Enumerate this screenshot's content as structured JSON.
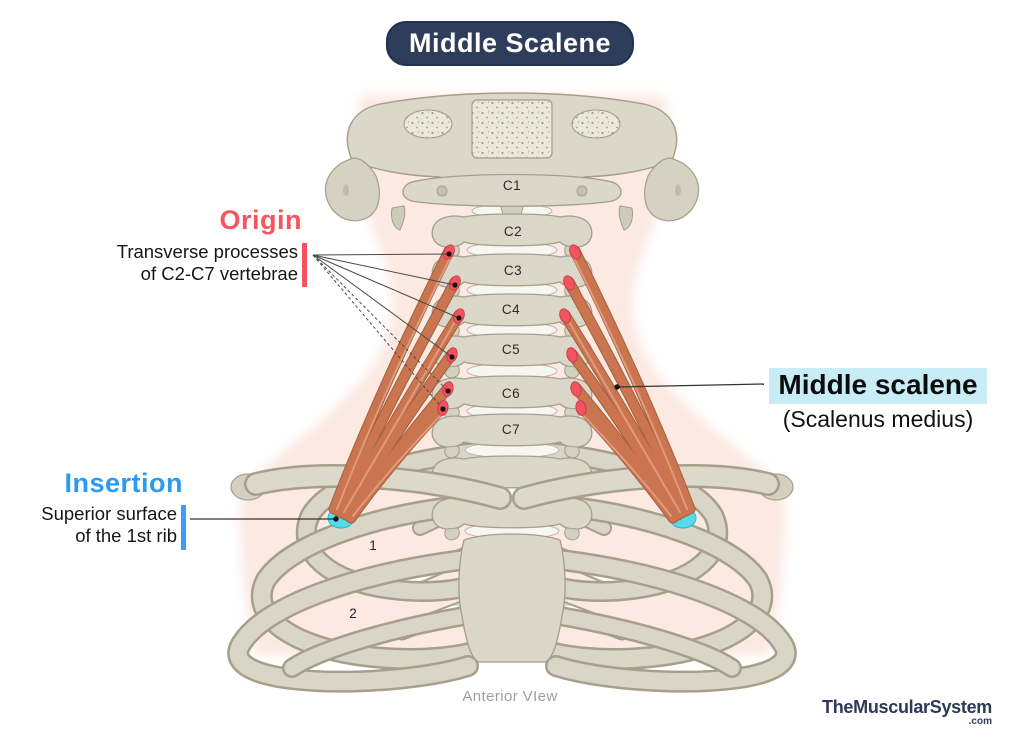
{
  "title_badge": {
    "label": "Middle Scalene"
  },
  "annotations": {
    "origin": {
      "heading": "Origin",
      "line1": "Transverse processes",
      "line2": "of C2-C7 vertebrae"
    },
    "insertion": {
      "heading": "Insertion",
      "line1": "Superior surface",
      "line2": "of the 1st rib"
    },
    "muscle": {
      "name": "Middle scalene",
      "latin": "(Scalenus medius)"
    }
  },
  "illustration": {
    "vertebra_labels": [
      "C1",
      "C2",
      "C3",
      "C4",
      "C5",
      "C6",
      "C7"
    ],
    "rib_labels": [
      "1",
      "2"
    ]
  },
  "footer": {
    "view_label": "Anterior VIew",
    "brand": "TheMuscularSystem",
    "brand_suffix": ".com"
  },
  "colors": {
    "badge_bg": "#2e3d5b",
    "origin_red": "#f9545e",
    "origin_bar_red": "#f4525f",
    "insertion_blue": "#2b9af3",
    "muscle_highlight_bg": "#c9edf7",
    "muscle_fill": "#cb7450",
    "origin_marker_red": "#f4525f",
    "insertion_marker_cyan": "#55dcec",
    "bone_fill": "#dbd7c9",
    "bone_outline": "#a49e8a",
    "disc_white": "#f7f6f1",
    "silhouette_pink": "#fbe9e2",
    "brand_navy": "#2c3a57",
    "view_label_gray": "#9ba0a4"
  }
}
